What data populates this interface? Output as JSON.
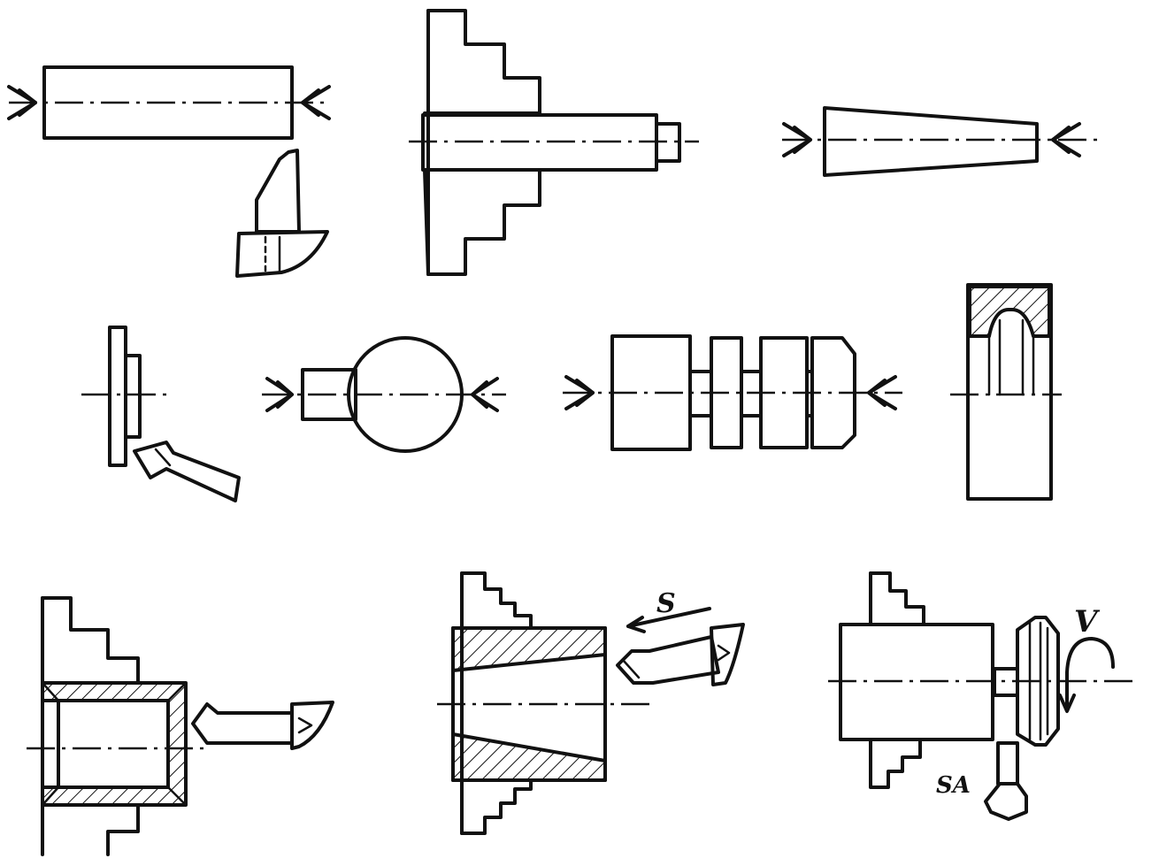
{
  "labels": {
    "feed": "S",
    "velocity": "V",
    "tool_number": "SA"
  },
  "colors": {
    "ink": "#111111",
    "paper": "#ffffff"
  }
}
